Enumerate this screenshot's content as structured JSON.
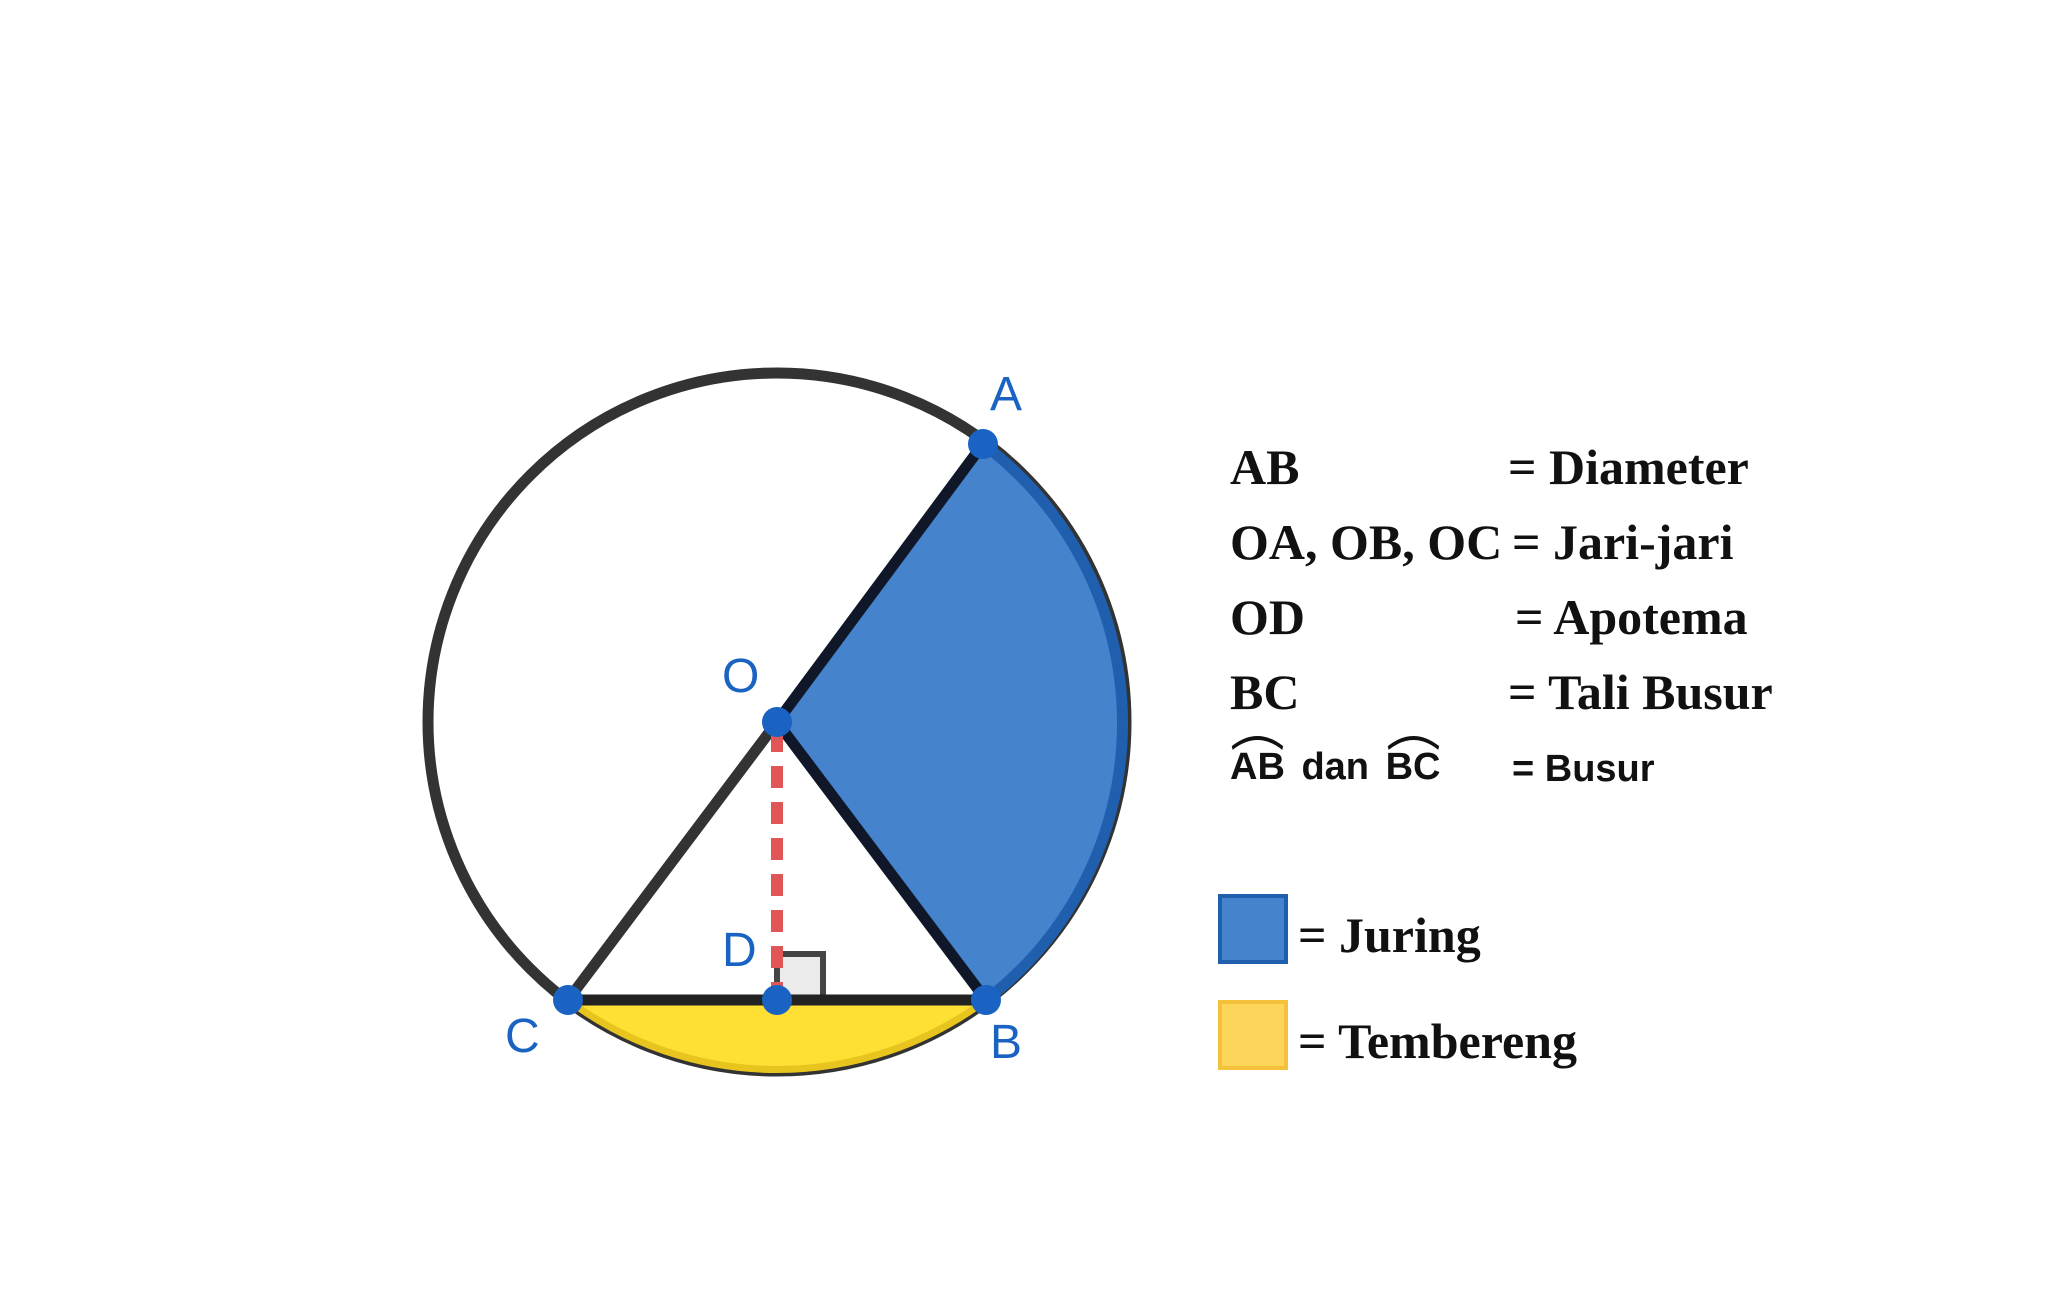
{
  "points": {
    "A": "A",
    "B": "B",
    "C": "C",
    "D": "D",
    "O": "O"
  },
  "definitions": [
    {
      "term": "AB",
      "eq": "= Diameter"
    },
    {
      "term": "OA, OB, OC",
      "eq": "= Jari-jari"
    },
    {
      "term": "OD",
      "eq": "= Apotema"
    },
    {
      "term": "BC",
      "eq": "= Tali Busur"
    },
    {
      "arc1": "AB",
      "connector": "dan",
      "arc2": "BC",
      "eq": "= Busur"
    }
  ],
  "legend": [
    {
      "label": "= Juring",
      "color": "#4583cc",
      "border": "#1f5fae"
    },
    {
      "label": "= Tembereng",
      "color": "#fdd55a",
      "border": "#f3c13a"
    }
  ],
  "colors": {
    "circle_stroke": "#333333",
    "point": "#1a63c2",
    "label": "#1a63c2",
    "sector_fill": "#4583cc",
    "sector_edge": "#1f5fae",
    "segment_fill": "#fde033",
    "segment_edge": "#e8c51e",
    "apothem": "#e05555",
    "right_angle_fill": "#ebebeb"
  }
}
